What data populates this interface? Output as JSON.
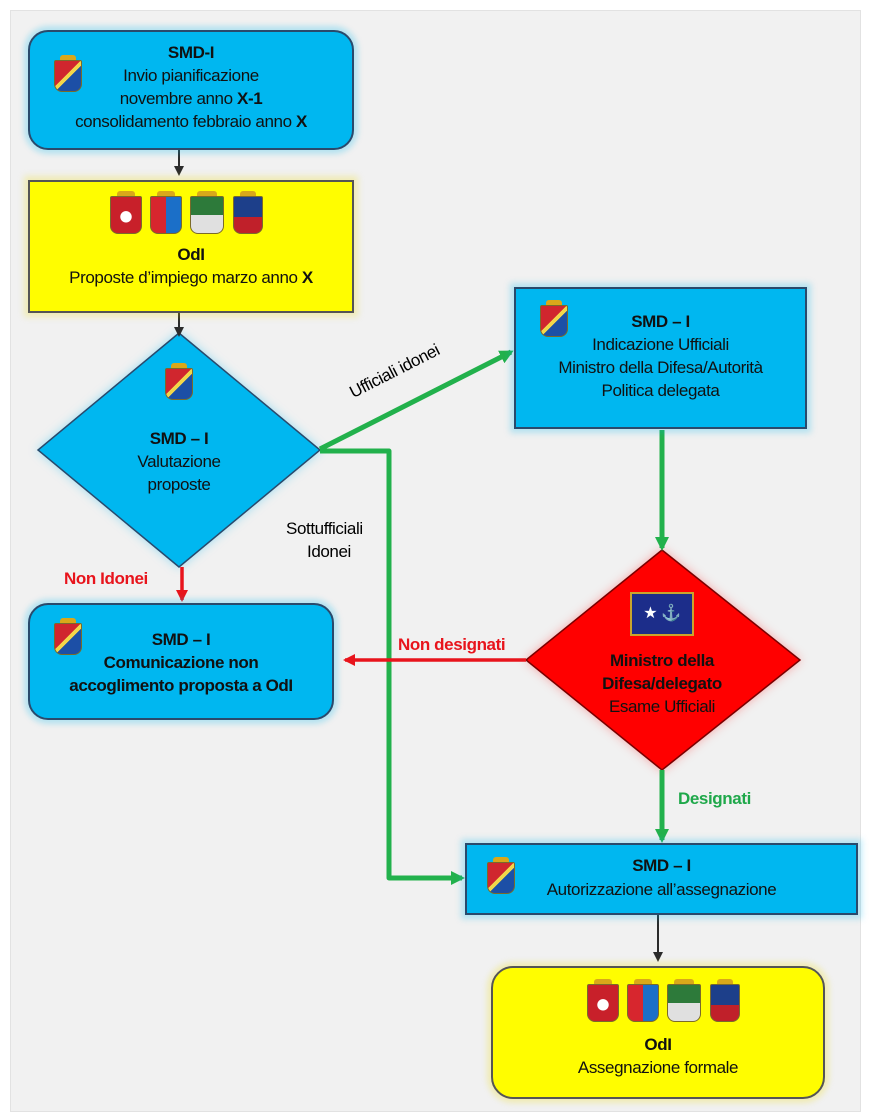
{
  "nodes": {
    "smd_planning": {
      "title": "SMD-I",
      "line1": "Invio pianificazione",
      "line2a": "novembre anno ",
      "line2b": "X-1",
      "line3a": "consolidamento febbraio anno ",
      "line3b": "X"
    },
    "odi_proposals": {
      "title": "OdI",
      "line1a": "Proposte d’impiego marzo anno ",
      "line1b": "X"
    },
    "smd_evaluation": {
      "title": "SMD – I",
      "line1": "Valutazione",
      "line2": "proposte"
    },
    "smd_officers": {
      "title": "SMD – I",
      "line1": "Indicazione Ufficiali",
      "line2": "Ministro della Difesa/Autorità",
      "line3": "Politica delegata"
    },
    "smd_rejection": {
      "title": "SMD – I",
      "line1": "Comunicazione non",
      "line2": "accoglimento proposta a OdI"
    },
    "minister": {
      "line1": "Ministro della",
      "line2": "Difesa/delegato",
      "line3": "Esame Ufficiali"
    },
    "smd_authorization": {
      "title": "SMD – I",
      "line1": "Autorizzazione all’assegnazione"
    },
    "odi_assignment": {
      "title": "OdI",
      "line1": "Assegnazione formale"
    }
  },
  "edge_labels": {
    "officers_eligible": "Ufficiali idonei",
    "nco_eligible_1": "Sottufficiali",
    "nco_eligible_2": "Idonei",
    "not_eligible": "Non Idonei",
    "not_designated": "Non designati",
    "designated": "Designati"
  },
  "colors": {
    "blue_box": "#00b7f0",
    "yellow_box": "#fffd00",
    "decision_red": "#ff0000",
    "arrow_green": "#22b14c",
    "arrow_red": "#e8141c",
    "arrow_dark": "#2b2b2b"
  },
  "icons": {
    "smd_emblem": "smd-crest-icon",
    "army_emblem": "army-crest-icon",
    "navy_emblem": "navy-crest-icon",
    "airforce_emblem": "airforce-crest-icon",
    "carabinieri_emblem": "carabinieri-crest-icon",
    "minister_flag": "minister-flag-icon"
  }
}
